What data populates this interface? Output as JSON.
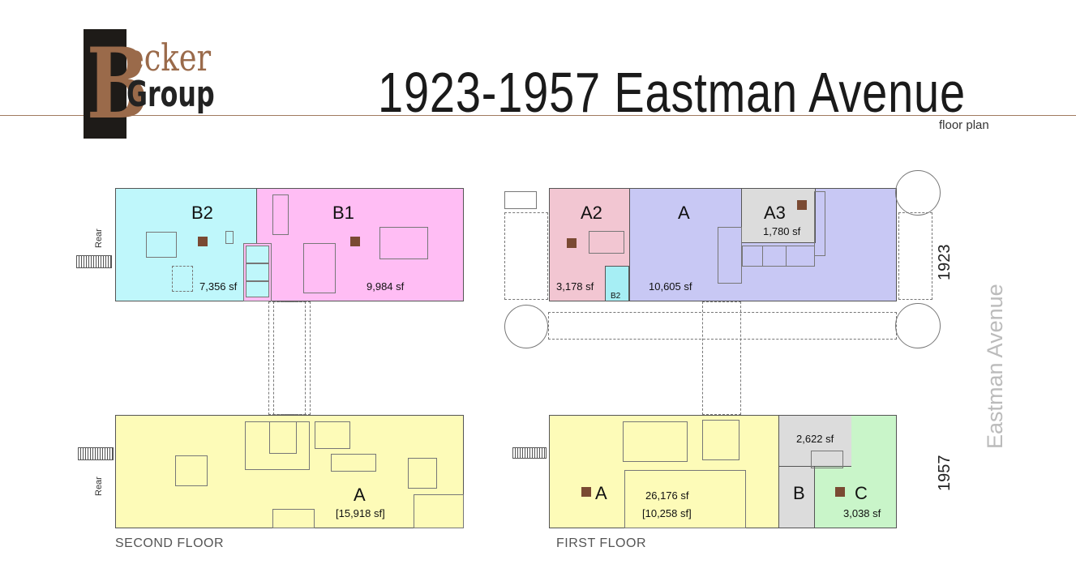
{
  "logo": {
    "initial": "B",
    "line1": "ecker",
    "line2": "Group"
  },
  "header": {
    "title": "1923-1957 Eastman Avenue",
    "subtitle": "floor plan"
  },
  "street_label": "Eastman Avenue",
  "second_floor": {
    "label": "SECOND FLOOR",
    "rear_label": "Rear",
    "units": [
      {
        "name": "B2",
        "area": "7,356 sf",
        "color": "#bff7fb"
      },
      {
        "name": "B1",
        "area": "9,984 sf",
        "color": "#ffbdf4"
      },
      {
        "name": "A",
        "area": "[15,918 sf]",
        "color": "#fdfbb8"
      }
    ]
  },
  "first_floor": {
    "label": "FIRST FLOOR",
    "building_1923": "1923",
    "building_1957": "1957",
    "units": [
      {
        "name": "A2",
        "area": "3,178 sf",
        "color": "#f2c6d2"
      },
      {
        "name": "A",
        "area": "10,605 sf",
        "color": "#c8c8f4"
      },
      {
        "name": "A3",
        "area": "1,780 sf",
        "color": "#dcdcdc"
      },
      {
        "name": "B2",
        "area": "",
        "color": "#a6eef4"
      },
      {
        "name": "A",
        "area": "26,176 sf",
        "area2": "[10,258 sf]",
        "color": "#fdfbb8"
      },
      {
        "name": "B",
        "area": "2,622 sf",
        "color": "#dcdcdc"
      },
      {
        "name": "C",
        "area": "3,038 sf",
        "color": "#c9f5c9"
      }
    ]
  },
  "colors": {
    "marker": "#7a4a33",
    "brand_brown": "#9a6a4a",
    "rule": "#a07a60"
  }
}
